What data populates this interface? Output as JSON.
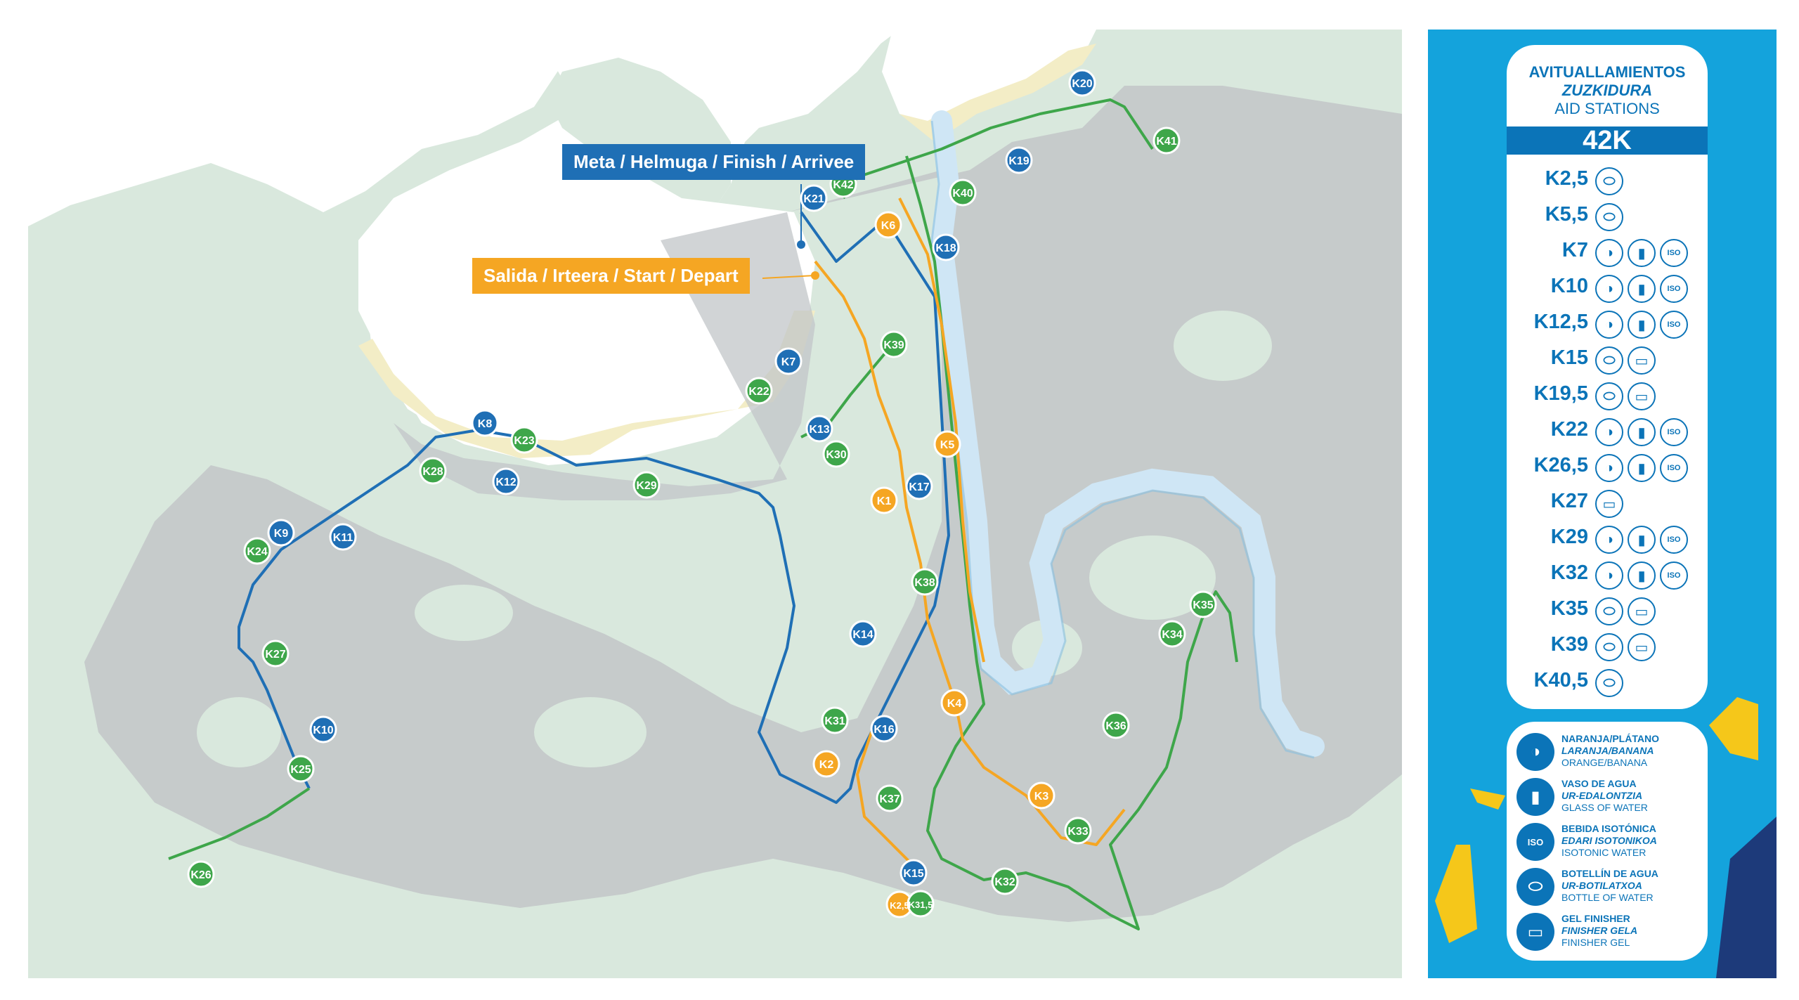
{
  "labels": {
    "finish": "Meta / Helmuga / Finish / Arrivee",
    "start": "Salida / Irteera / Start / Depart"
  },
  "colors": {
    "blue_route": "#1f6fb5",
    "green_route": "#3ea64a",
    "orange_route": "#f5a623",
    "sea": "#ffffff",
    "park": "#d9e8dd",
    "city": "#c2c6c8",
    "beach": "#f3edc6",
    "river": "#cfe6f5",
    "panel": "#14a3dc"
  },
  "markers": [
    {
      "label": "K1",
      "color": "orange"
    },
    {
      "label": "K2",
      "color": "orange"
    },
    {
      "label": "K2,5",
      "color": "orange"
    },
    {
      "label": "K3",
      "color": "orange"
    },
    {
      "label": "K4",
      "color": "orange"
    },
    {
      "label": "K5",
      "color": "orange"
    },
    {
      "label": "K6",
      "color": "orange"
    },
    {
      "label": "K7",
      "color": "blue"
    },
    {
      "label": "K8",
      "color": "blue"
    },
    {
      "label": "K9",
      "color": "blue"
    },
    {
      "label": "K10",
      "color": "blue"
    },
    {
      "label": "K11",
      "color": "blue"
    },
    {
      "label": "K12",
      "color": "blue"
    },
    {
      "label": "K13",
      "color": "blue"
    },
    {
      "label": "K14",
      "color": "blue"
    },
    {
      "label": "K15",
      "color": "blue"
    },
    {
      "label": "K16",
      "color": "blue"
    },
    {
      "label": "K17",
      "color": "blue"
    },
    {
      "label": "K18",
      "color": "blue"
    },
    {
      "label": "K19",
      "color": "blue"
    },
    {
      "label": "K20",
      "color": "blue"
    },
    {
      "label": "K21",
      "color": "blue"
    },
    {
      "label": "K22",
      "color": "green"
    },
    {
      "label": "K23",
      "color": "green"
    },
    {
      "label": "K24",
      "color": "green"
    },
    {
      "label": "K25",
      "color": "green"
    },
    {
      "label": "K26",
      "color": "green"
    },
    {
      "label": "K27",
      "color": "green"
    },
    {
      "label": "K28",
      "color": "green"
    },
    {
      "label": "K29",
      "color": "green"
    },
    {
      "label": "K30",
      "color": "green"
    },
    {
      "label": "K31",
      "color": "green"
    },
    {
      "label": "K31,5",
      "color": "green"
    },
    {
      "label": "K32",
      "color": "green"
    },
    {
      "label": "K33",
      "color": "green"
    },
    {
      "label": "K34",
      "color": "green"
    },
    {
      "label": "K35",
      "color": "green"
    },
    {
      "label": "K36",
      "color": "green"
    },
    {
      "label": "K37",
      "color": "green"
    },
    {
      "label": "K38",
      "color": "green"
    },
    {
      "label": "K39",
      "color": "green"
    },
    {
      "label": "K40",
      "color": "green"
    },
    {
      "label": "K41",
      "color": "green"
    },
    {
      "label": "K42",
      "color": "green"
    }
  ],
  "legend": {
    "title_1": "AVITUALLAMIENTOS",
    "title_2": "ZUZKIDURA",
    "title_3": "AID STATIONS",
    "distance": "42K",
    "stations": [
      {
        "name": "K2,5",
        "icons": [
          "bottle"
        ]
      },
      {
        "name": "K5,5",
        "icons": [
          "bottle"
        ]
      },
      {
        "name": "K7",
        "icons": [
          "fruit",
          "water",
          "iso"
        ]
      },
      {
        "name": "K10",
        "icons": [
          "fruit",
          "water",
          "iso"
        ]
      },
      {
        "name": "K12,5",
        "icons": [
          "fruit",
          "water",
          "iso"
        ]
      },
      {
        "name": "K15",
        "icons": [
          "bottle",
          "gel"
        ]
      },
      {
        "name": "K19,5",
        "icons": [
          "bottle",
          "gel"
        ]
      },
      {
        "name": "K22",
        "icons": [
          "fruit",
          "water",
          "iso"
        ]
      },
      {
        "name": "K26,5",
        "icons": [
          "fruit",
          "water",
          "iso"
        ]
      },
      {
        "name": "K27",
        "icons": [
          "gel"
        ]
      },
      {
        "name": "K29",
        "icons": [
          "fruit",
          "water",
          "iso"
        ]
      },
      {
        "name": "K32",
        "icons": [
          "fruit",
          "water",
          "iso"
        ]
      },
      {
        "name": "K35",
        "icons": [
          "bottle",
          "gel"
        ]
      },
      {
        "name": "K39",
        "icons": [
          "bottle",
          "gel"
        ]
      },
      {
        "name": "K40,5",
        "icons": [
          "bottle"
        ]
      }
    ],
    "key": [
      {
        "icon": "orange-banana-icon",
        "a": "NARANJA/PLÁTANO",
        "b": "LARANJA/BANANA",
        "c": "ORANGE/BANANA"
      },
      {
        "icon": "water-glass-icon",
        "a": "VASO DE AGUA",
        "b": "UR-EDALONTZIA",
        "c": "GLASS OF WATER"
      },
      {
        "icon": "iso-drink-icon",
        "a": "BEBIDA ISOTÓNICA",
        "b": "EDARI ISOTONIKOA",
        "c": "ISOTONIC WATER"
      },
      {
        "icon": "water-bottle-icon",
        "a": "BOTELLÍN DE AGUA",
        "b": "UR-BOTILATXOA",
        "c": "BOTTLE OF WATER"
      },
      {
        "icon": "gel-icon",
        "a": "GEL FINISHER",
        "b": "FINISHER GELA",
        "c": "FINISHER GEL"
      }
    ],
    "iso_text": "ISO"
  }
}
